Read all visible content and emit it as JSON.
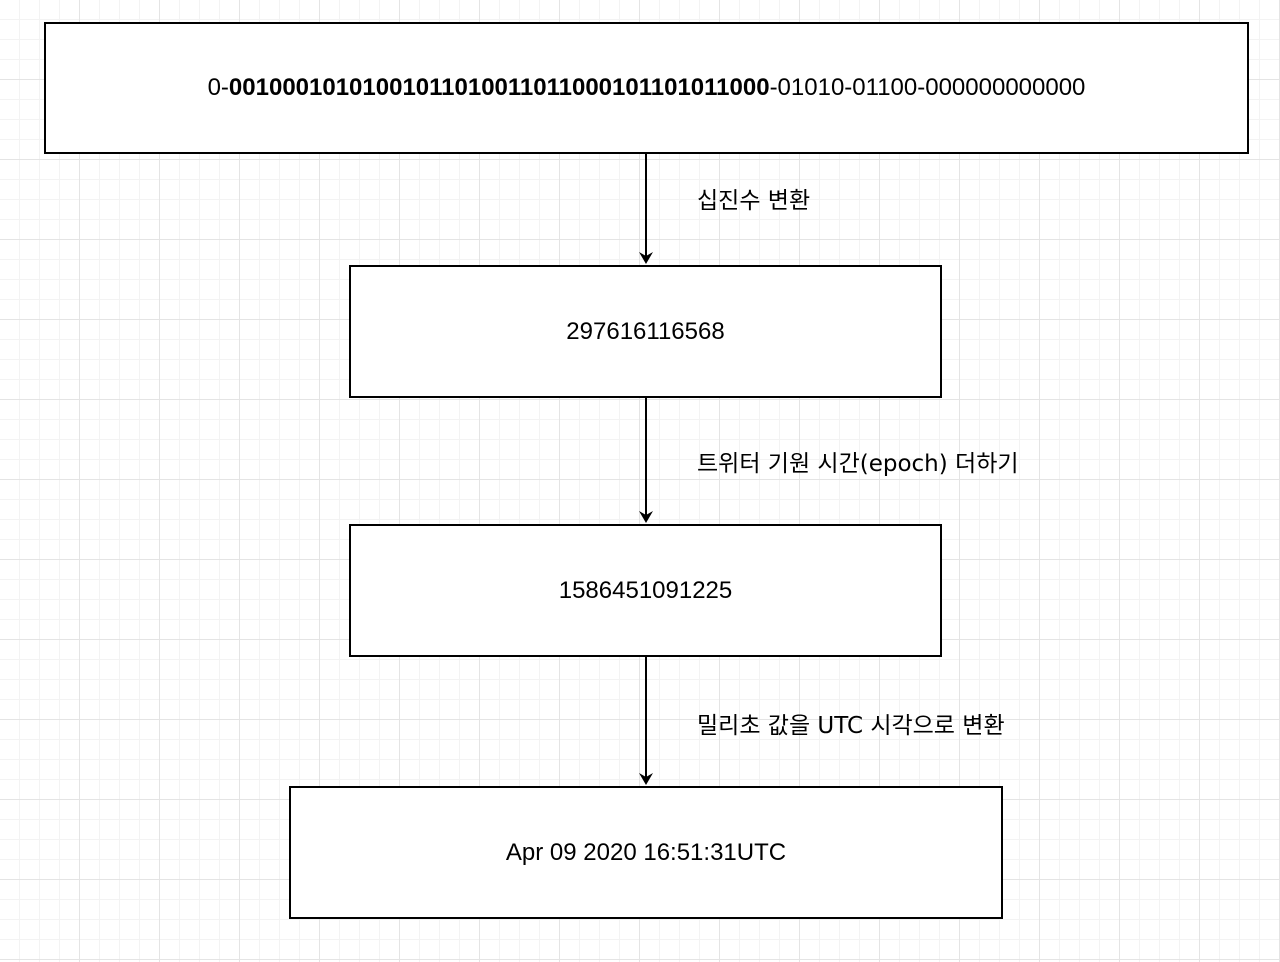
{
  "nodes": {
    "binary": {
      "sign_bit": "0-",
      "timestamp_bits": "00100010101001011010011011000101101011000",
      "rest": "-01010-01100-000000000000"
    },
    "decimal": {
      "label": "297616116568"
    },
    "epoch_added": {
      "label": "1586451091225"
    },
    "utc": {
      "label": "Apr 09 2020 16:51:31UTC"
    }
  },
  "edges": {
    "to_decimal": {
      "label": "십진수 변환"
    },
    "add_epoch": {
      "label": "트위터 기원 시간(epoch) 더하기"
    },
    "to_utc": {
      "label": "밀리초 값을 UTC 시각으로 변환"
    }
  },
  "colors": {
    "stroke": "#000000",
    "box_fill": "#ffffff",
    "grid": "#e4e4e4",
    "background": "#ffffff"
  }
}
